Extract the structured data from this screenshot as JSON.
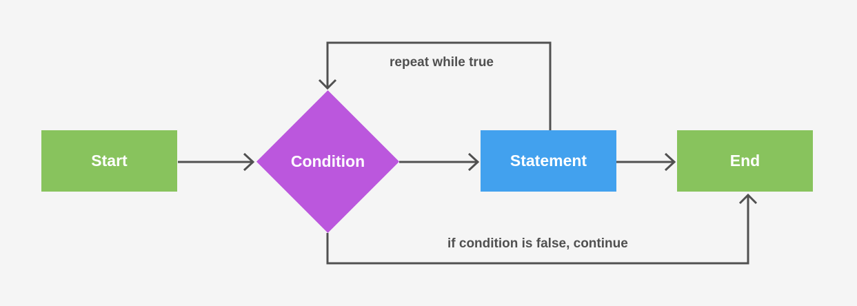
{
  "nodes": {
    "start": {
      "label": "Start",
      "color": "#88c35d"
    },
    "condition": {
      "label": "Condition",
      "color": "#bb57dd"
    },
    "statement": {
      "label": "Statement",
      "color": "#42a1ee"
    },
    "end": {
      "label": "End",
      "color": "#88c35d"
    }
  },
  "edges": {
    "loop_label": "repeat while true",
    "false_label": "if condition is false, continue"
  },
  "colors": {
    "background": "#f5f5f5",
    "connector": "#505050",
    "label_text": "#505050"
  }
}
